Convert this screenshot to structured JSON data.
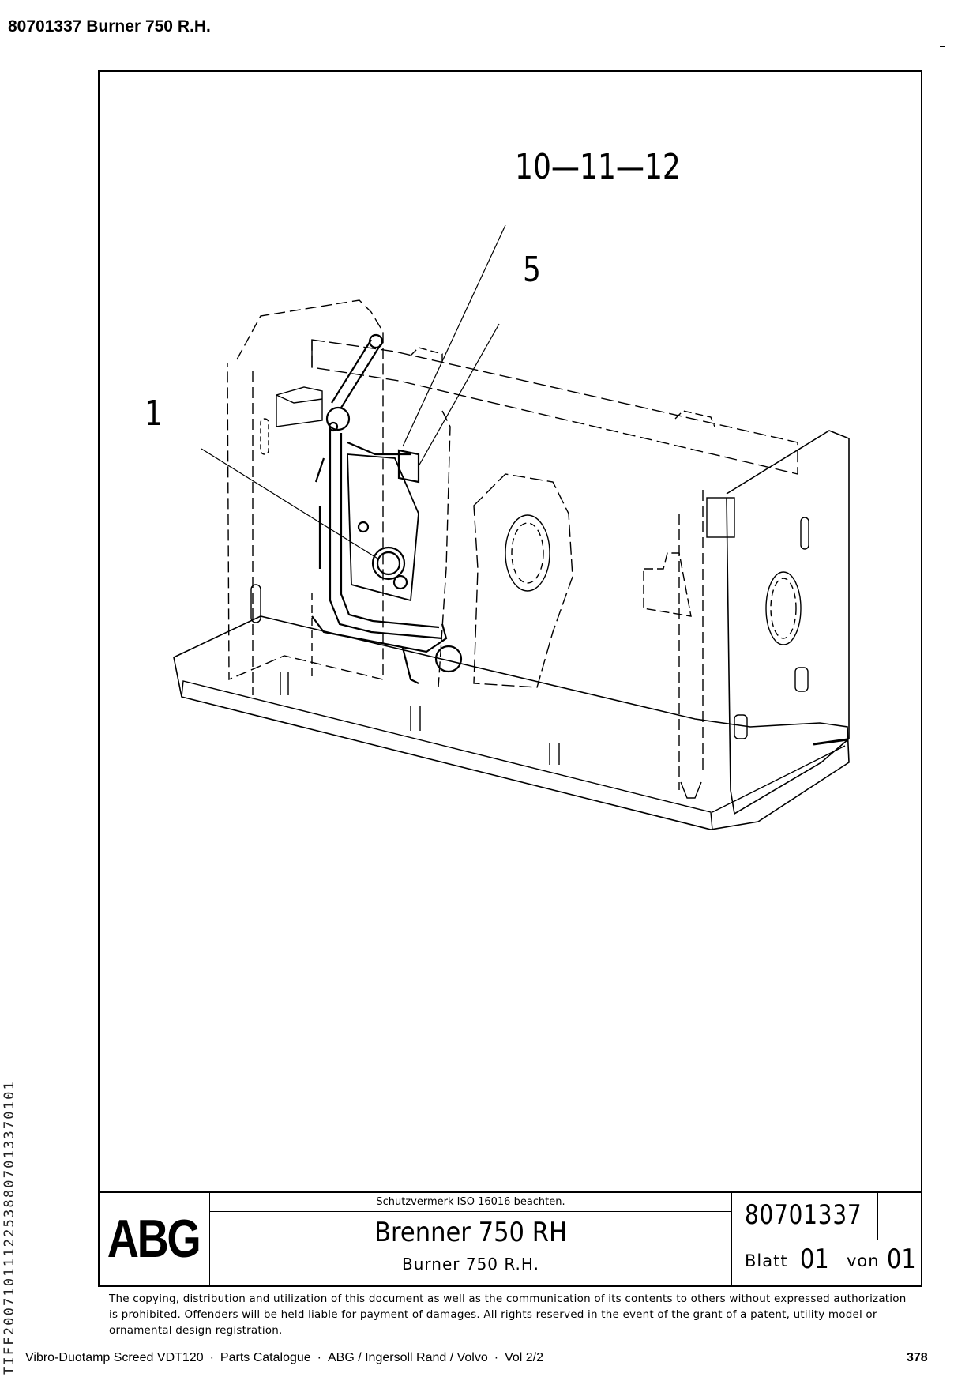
{
  "header": {
    "title": "80701337  Burner 750 R.H."
  },
  "side_text": "TIFF20071011122538807013370101",
  "callouts": {
    "c1": "10—11—12",
    "c2": "5",
    "c3": "1"
  },
  "title_block": {
    "logo": "ABG",
    "notice": "Schutzvermerk ISO 16016 beachten.",
    "name_de": "Brenner 750 RH",
    "name_en": "Burner 750 R.H.",
    "drawing_number": "80701337",
    "sheet_label": "Blatt",
    "sheet_value": "01",
    "of_label": "von",
    "of_value": "01"
  },
  "legal": {
    "line1": "The copying, distribution and utilization of this document as well as the communication of its contents to others without expressed authorization",
    "line2": "is prohibited. Offenders will be held liable for payment of damages. All rights reserved in the event of the grant of a patent, utility model or",
    "line3": "ornamental design registration."
  },
  "footer": {
    "product": "Vibro-Duotamp Screed VDT120",
    "doc": "Parts Catalogue",
    "maker": "ABG / Ingersoll Rand / Volvo",
    "volume": "Vol 2/2",
    "page": "378"
  }
}
